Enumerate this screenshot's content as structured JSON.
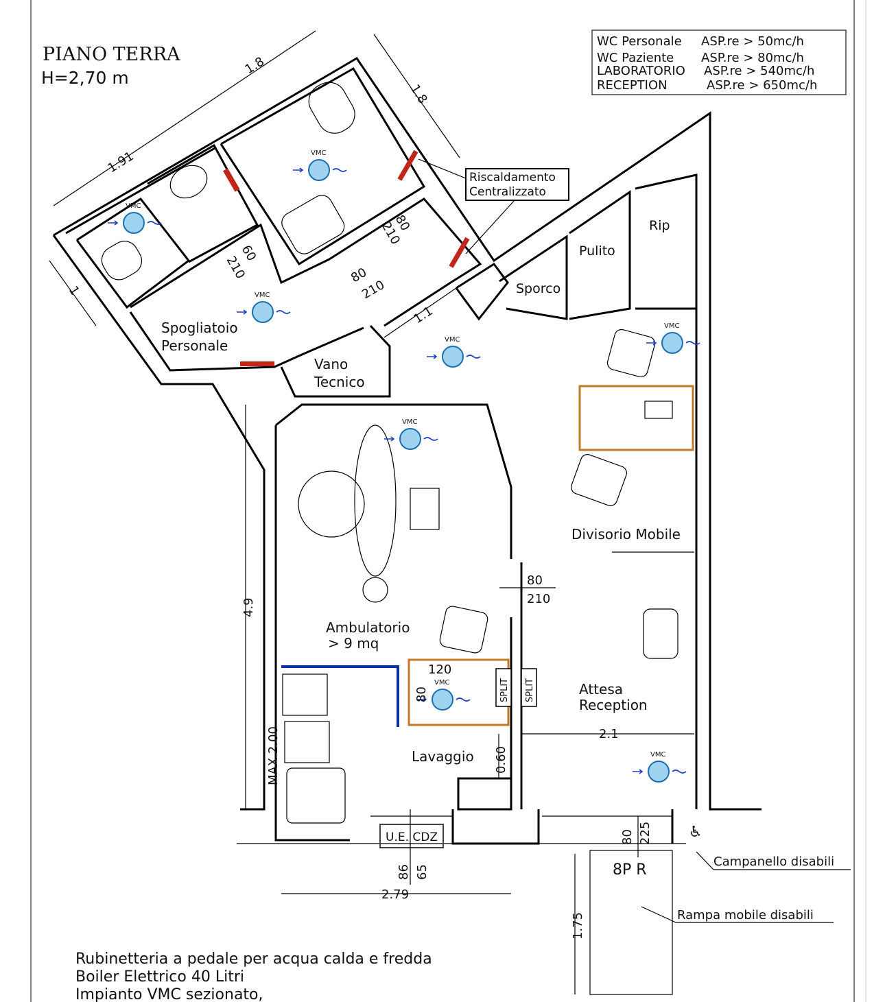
{
  "header": {
    "title": "PIANO TERRA",
    "height": "H=2,70 m"
  },
  "legend": [
    {
      "room": "WC  Personale",
      "value": "ASP.re  >  50mc/h"
    },
    {
      "room": "WC  Paziente",
      "value": "ASP.re  >  80mc/h"
    },
    {
      "room": "LABORATORIO",
      "value": "ASP.re  >  540mc/h"
    },
    {
      "room": "RECEPTION",
      "value": "ASP.re  >  650mc/h"
    }
  ],
  "rooms": {
    "spogliatoio": [
      "Spogliatoio",
      "Personale"
    ],
    "vano": [
      "Vano",
      "Tecnico"
    ],
    "ambulatorio": [
      "Ambulatorio",
      ">  9  mq"
    ],
    "lavaggio": "Lavaggio",
    "attesa": [
      "Attesa",
      "Reception"
    ],
    "divisorio": "Divisorio  Mobile",
    "sporco": "Sporco",
    "pulito": "Pulito",
    "rip": "Rip"
  },
  "callouts": {
    "riscaldamento": [
      "Riscaldamento",
      "Centralizzato"
    ],
    "campanello": "Campanello  disabili",
    "rampa": "Rampa  mobile  disabili",
    "ue_cdz": "U.E. CDZ",
    "split": "SPLIT",
    "vmc": "VMC"
  },
  "dimensions": {
    "d1_8a": "1.8",
    "d1_91": "1.91",
    "d1_8b": "1.8",
    "d1": "1",
    "wc_door_w": "60",
    "wc_door_h": "210",
    "bath_door_w": "80",
    "bath_door_h": "210",
    "hall_door_w": "80",
    "hall_door_h": "210",
    "d1_1": "1.1",
    "d4_9": "4.9",
    "amb_door_w": "80",
    "amb_door_h": "210",
    "box_w": "120",
    "box_h": "80",
    "max": "MAX  2.00",
    "d0_60": "0.60",
    "d2_1": "2.1",
    "entry_w": "80",
    "entry_h": "225",
    "ramp": "8P  R",
    "win_a": "86",
    "win_b": "65",
    "d2_79": "2.79",
    "d1_75": "1.75"
  },
  "notes": [
    "Rubinetteria  a  pedale  per  acqua  calda  e  fredda",
    "Boiler  Elettrico  40  Litri",
    "Impianto  VMC  sezionato,"
  ]
}
